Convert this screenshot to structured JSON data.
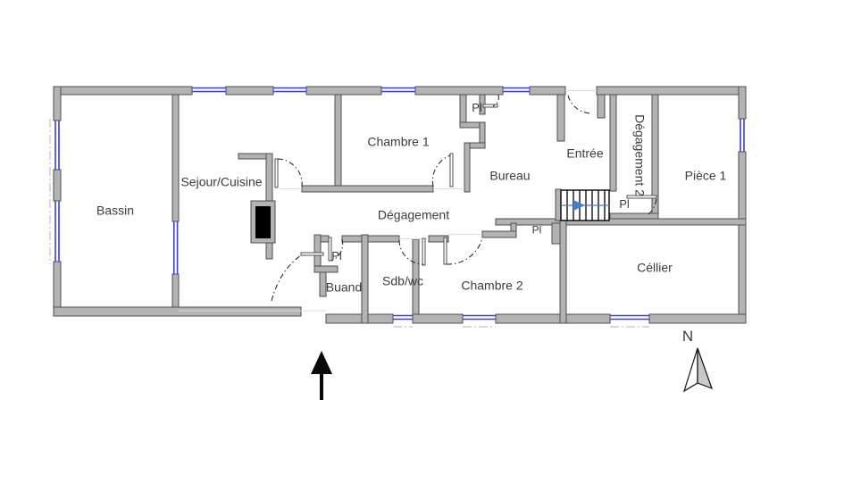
{
  "plan": {
    "rooms": {
      "bassin": "Bassin",
      "sejour_cuisine": "Sejour/Cuisine",
      "chambre1": "Chambre 1",
      "bureau": "Bureau",
      "entree": "Entrée",
      "degagement2": "Dégagement 2",
      "piece1": "Pièce 1",
      "degagement": "Dégagement",
      "buanderie": "Buand",
      "sdb_wc": "Sdb/wc",
      "chambre2": "Chambre 2",
      "cellier": "Céllier"
    },
    "placards": {
      "chambre1": "Pl",
      "escalier": "Pl",
      "chambre2": "Pl",
      "buanderie": "Pl"
    },
    "compass": {
      "north": "N"
    },
    "colors": {
      "wall_fill": "#b3b3b3",
      "wall_stroke": "#4f4f4f",
      "window": "#3f3fd0",
      "stair_arrow": "#4a7cc7",
      "door_arc": "#1a1a1a",
      "label": "#3c3c3c",
      "fireplace": "#000000",
      "compass_shade": "#c9c9c9"
    }
  }
}
